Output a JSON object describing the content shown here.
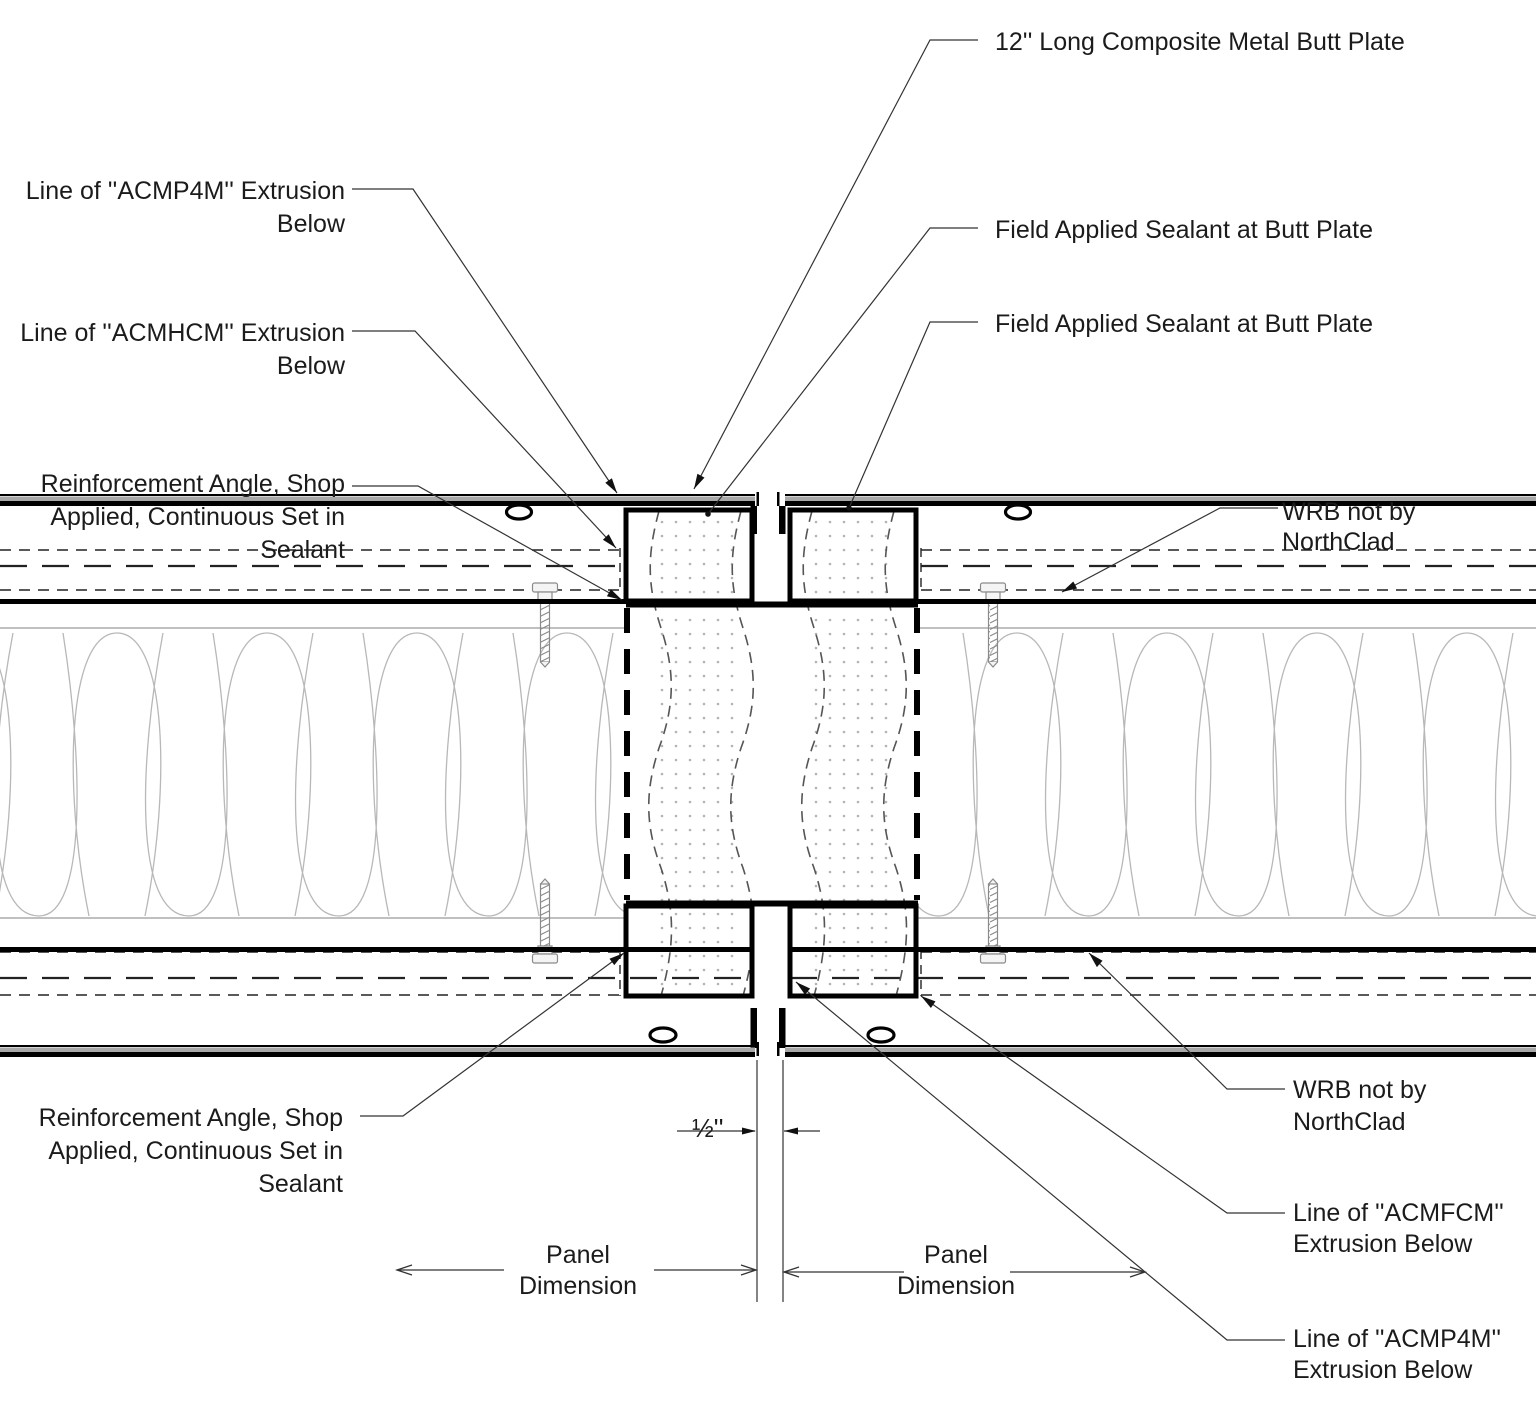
{
  "labels": {
    "butt_plate": {
      "text": "12'' Long Composite Metal Butt Plate"
    },
    "sealant_upper": {
      "text": "Field Applied Sealant at Butt Plate"
    },
    "sealant_lower": {
      "text": "Field Applied Sealant at Butt Plate"
    },
    "acmp4m_top": {
      "lines": [
        "Line of ''ACMP4M'' Extrusion",
        "Below"
      ]
    },
    "acmhcm": {
      "lines": [
        "Line of ''ACMHCM'' Extrusion",
        "Below"
      ]
    },
    "reinforcement_top": {
      "lines": [
        "Reinforcement Angle, Shop",
        "Applied, Continuous Set in",
        "Sealant"
      ]
    },
    "wrb_top": {
      "lines": [
        "WRB not by",
        "NorthClad"
      ]
    },
    "reinforcement_bottom": {
      "lines": [
        "Reinforcement Angle, Shop",
        "Applied, Continuous Set in",
        "Sealant"
      ]
    },
    "wrb_bottom": {
      "lines": [
        "WRB not by",
        "NorthClad"
      ]
    },
    "acmfcm": {
      "lines": [
        "Line of ''ACMFCM''",
        "Extrusion Below"
      ]
    },
    "acmp4m_bottom": {
      "lines": [
        "Line of ''ACMP4M''",
        "Extrusion Below"
      ]
    },
    "joint_width": {
      "text": "½''"
    },
    "panel_dim_left": {
      "lines": [
        "Panel",
        "Dimension"
      ]
    },
    "panel_dim_right": {
      "lines": [
        "Panel",
        "Dimension"
      ]
    }
  },
  "colors": {
    "line": "#000000",
    "leader": "#333333",
    "insulation": "#b8b8b8",
    "sealant_wave": "#555555",
    "screw": "#8a8a8a"
  }
}
